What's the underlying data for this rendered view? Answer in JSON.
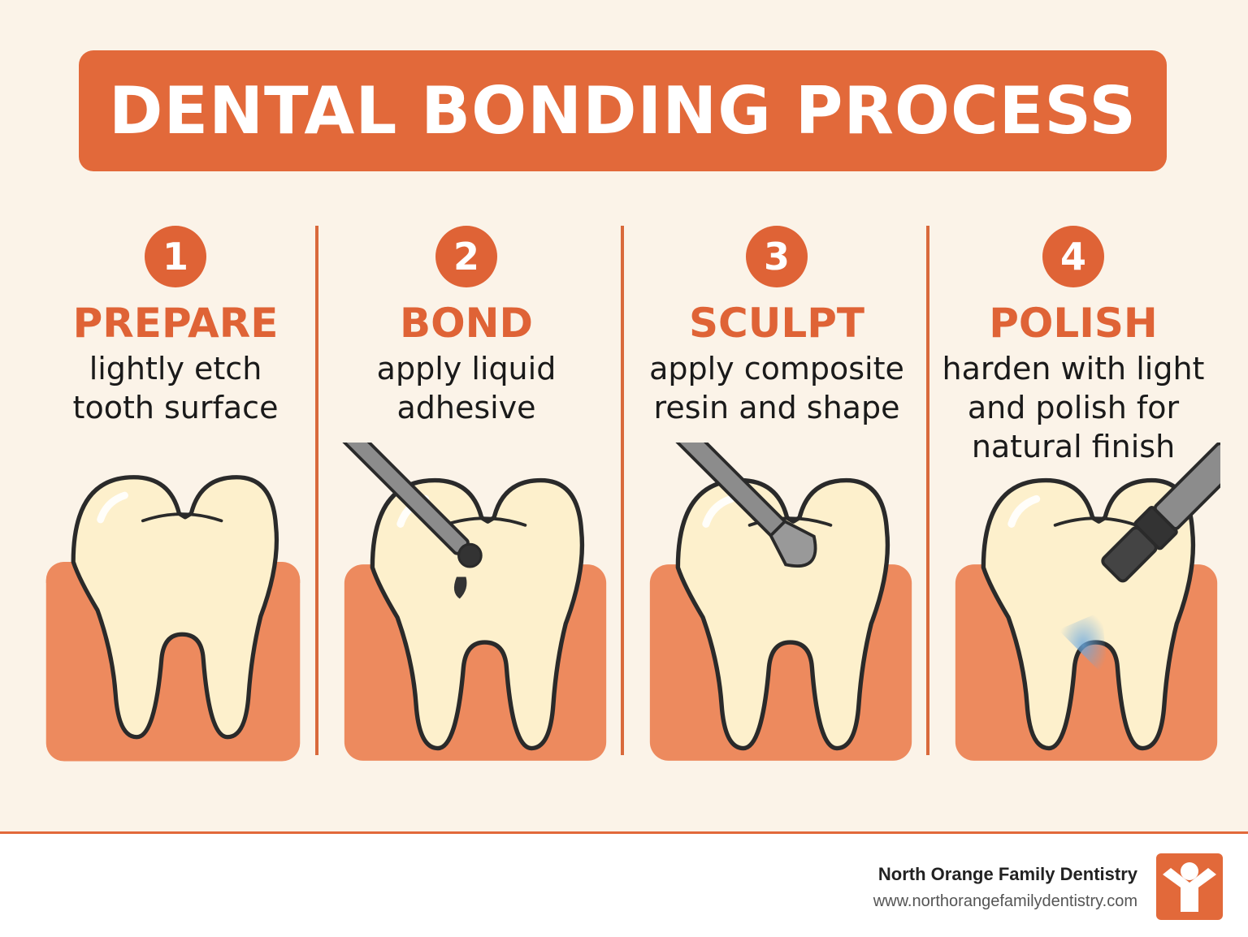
{
  "title": "DENTAL BONDING PROCESS",
  "colors": {
    "accent": "#e2693a",
    "background": "#fbf3e8",
    "tooth": "#fdf0cc",
    "gum": "#ed8a5e"
  },
  "steps": [
    {
      "number": "1",
      "heading": "PREPARE",
      "lines": [
        "lightly etch",
        "tooth surface"
      ],
      "icon": "tooth-icon"
    },
    {
      "number": "2",
      "heading": "BOND",
      "lines": [
        "apply liquid",
        "adhesive"
      ],
      "icon": "adhesive-applicator-icon"
    },
    {
      "number": "3",
      "heading": "SCULPT",
      "lines": [
        "apply composite",
        "resin and shape"
      ],
      "icon": "sculpting-tool-icon"
    },
    {
      "number": "4",
      "heading": "POLISH",
      "lines": [
        "harden with light",
        "and polish for",
        "natural finish"
      ],
      "icon": "curing-light-icon"
    }
  ],
  "footer": {
    "name": "North Orange Family Dentistry",
    "url": "www.northorangefamilydentistry.com",
    "logo_icon": "person-logo-icon"
  }
}
